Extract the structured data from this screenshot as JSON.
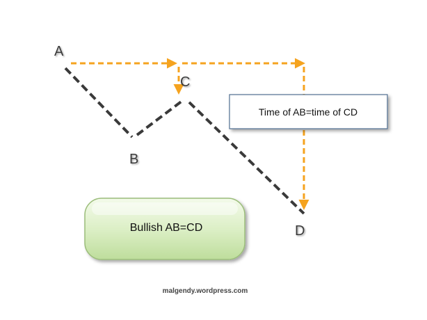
{
  "points": {
    "a": "A",
    "b": "B",
    "c": "C",
    "d": "D"
  },
  "time_box": {
    "text": "Time of AB=time of CD"
  },
  "pattern_box": {
    "text": "Bullish AB=CD"
  },
  "credit": "malgendy.wordpress.com",
  "colors": {
    "zigzag": "#3a3a3a",
    "time_arrows": "#f5a31f",
    "pattern_box_fill": "#d8ecbf",
    "pattern_box_border": "#9bbd7a",
    "time_box_border": "#4f6d8f"
  }
}
